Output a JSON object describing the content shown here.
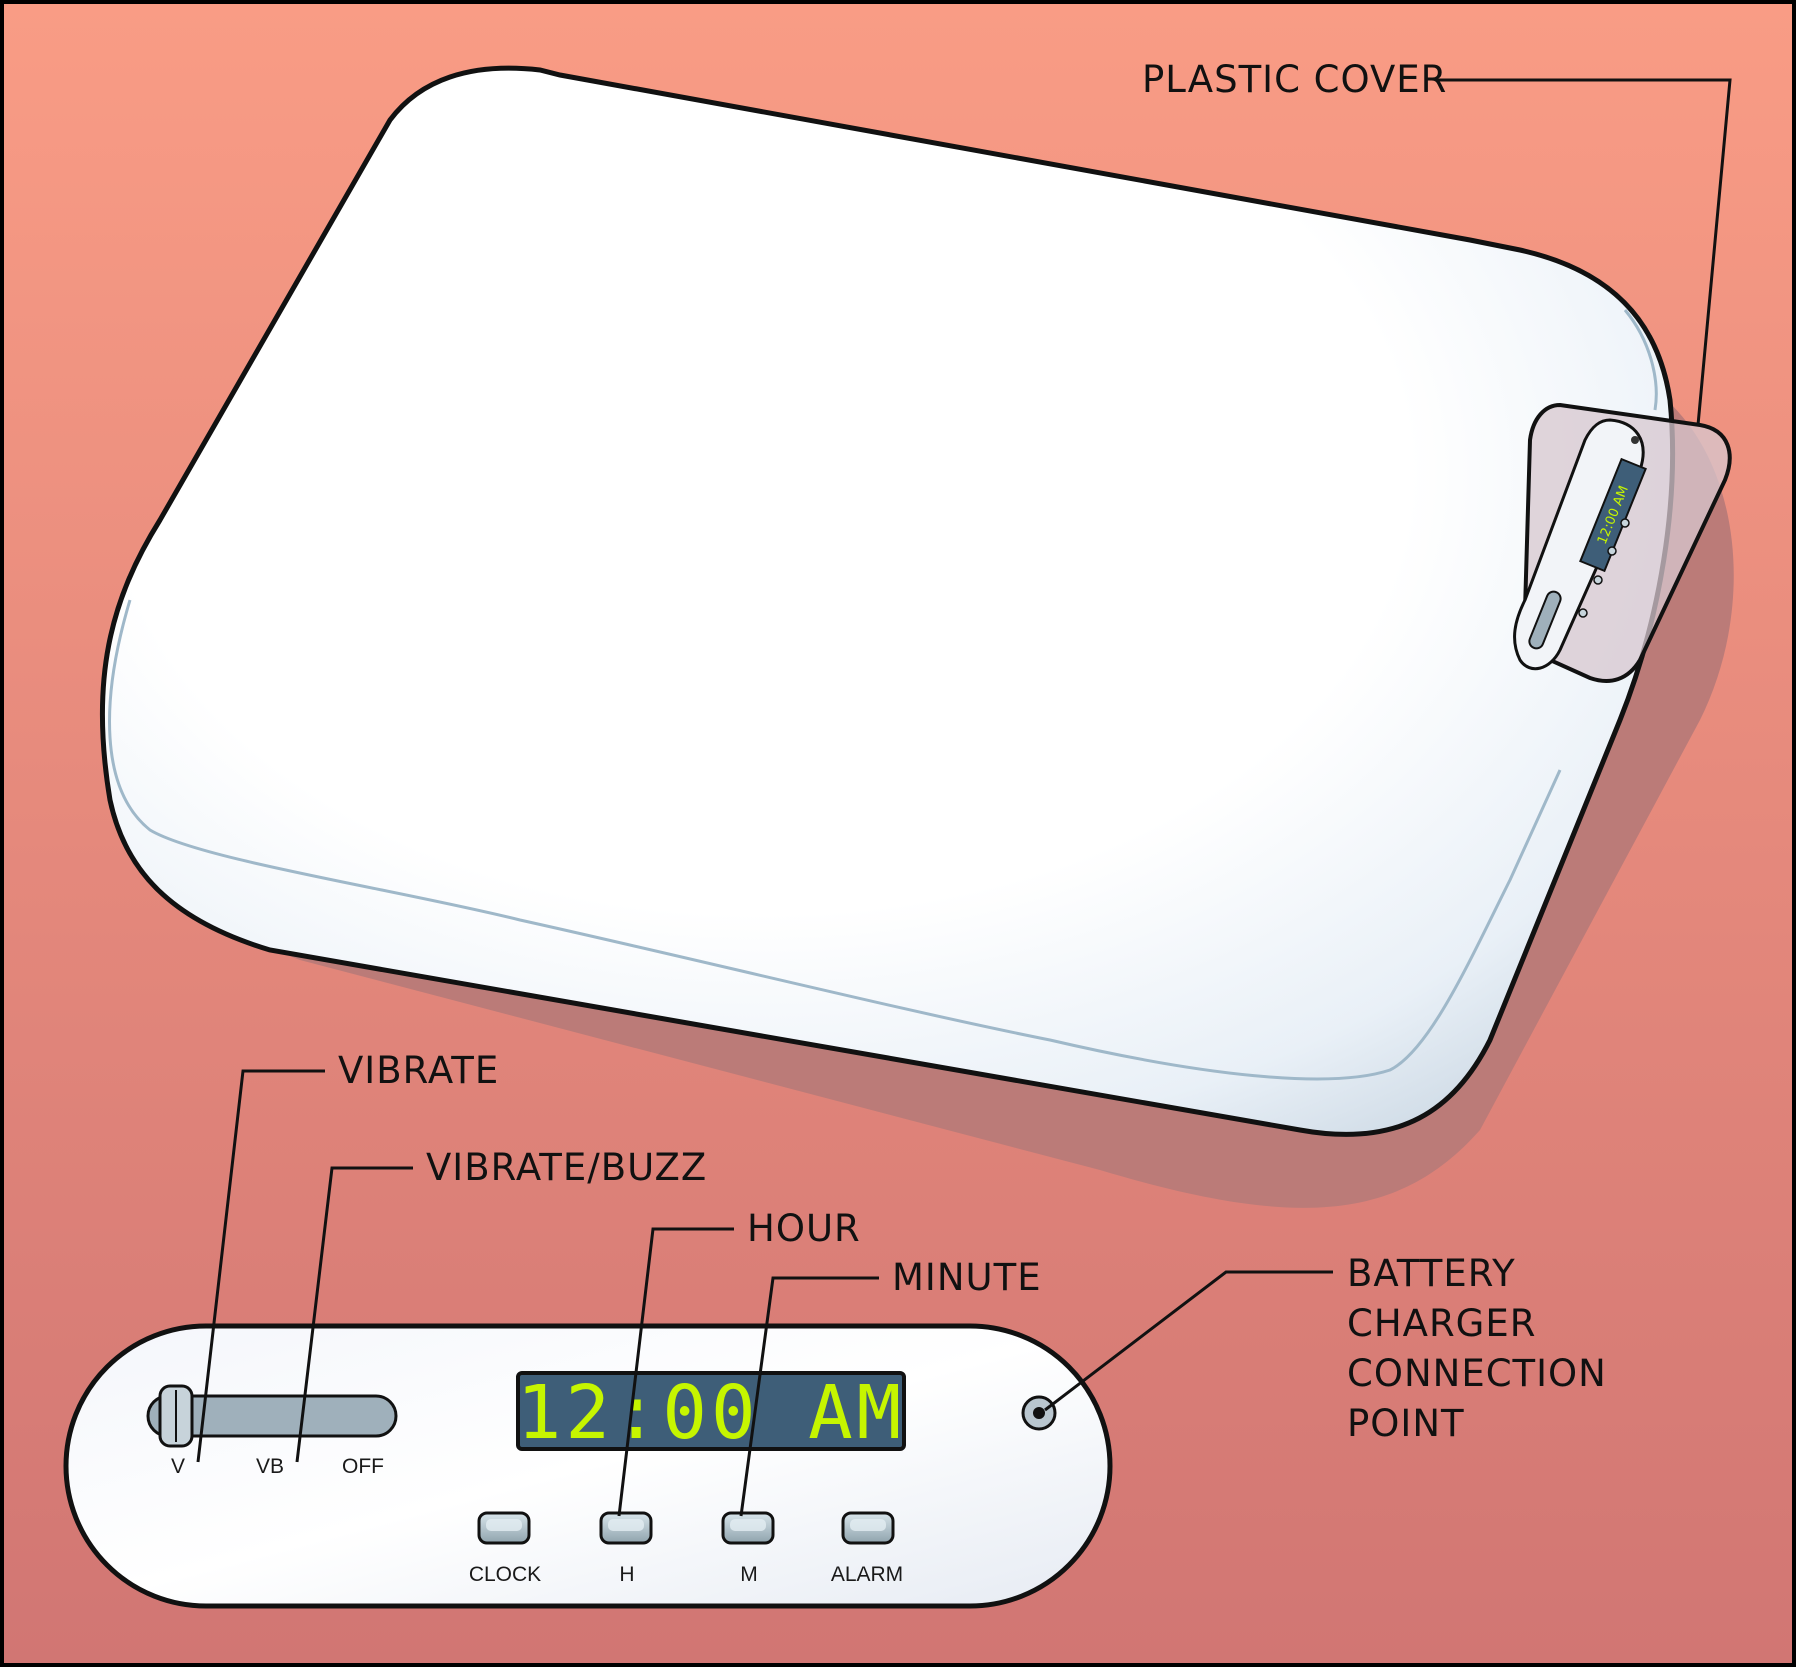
{
  "colors": {
    "background_top": "#f99c85",
    "background_bottom": "#d17673",
    "pillow": "#ffffff",
    "pillow_seam": "#9fb8c9",
    "shadow": "#b87a78",
    "lcd_background": "#3e5e78",
    "lcd_text": "#c6f500",
    "slider": "#9fb0bb"
  },
  "callouts": {
    "plastic_cover": "PLASTIC COVER",
    "vibrate": "VIBRATE",
    "vibrate_buzz": "VIBRATE/BUZZ",
    "hour": "HOUR",
    "minute": "MINUTE",
    "battery_lines": [
      "BATTERY",
      "CHARGER",
      "CONNECTION",
      "POINT"
    ]
  },
  "panel": {
    "display": "12:00 AM",
    "switch_positions": [
      "V",
      "VB",
      "OFF"
    ],
    "buttons": [
      "CLOCK",
      "H",
      "M",
      "ALARM"
    ]
  }
}
